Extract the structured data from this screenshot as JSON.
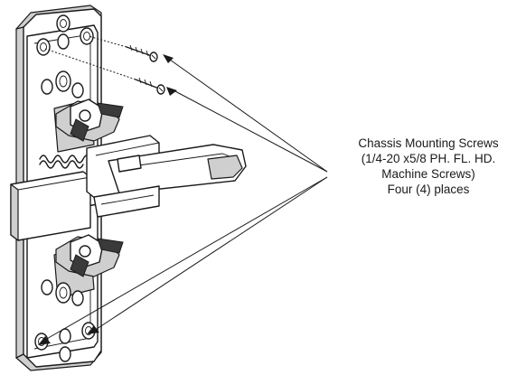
{
  "callout": {
    "lines": [
      "Chassis Mounting Screws",
      "(1/4-20 x5/8 PH. FL. HD.",
      "Machine Screws)",
      "Four (4) places"
    ]
  },
  "colors": {
    "line": "#1a1a1a",
    "shade": "#cfcfcf",
    "background": "#ffffff"
  }
}
